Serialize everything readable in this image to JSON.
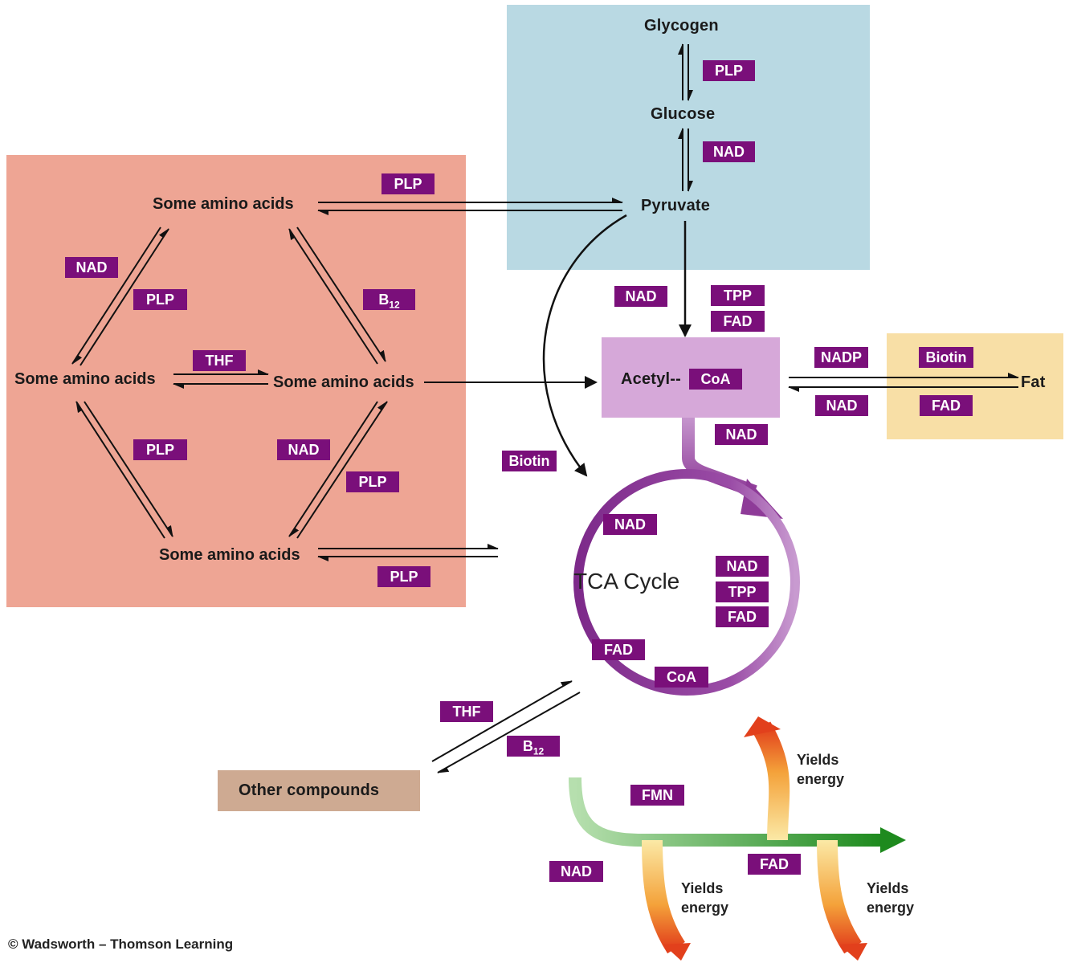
{
  "colors": {
    "amino_region": "#eea594",
    "glucose_region": "#b9d9e3",
    "fat_region": "#f8dfa6",
    "acetyl_box": "#d6a8d9",
    "other_box": "#ceaa92",
    "cofactor": "#7a0f7a",
    "tca_ring": "#8e3b98"
  },
  "molecules": {
    "glycogen": "Glycogen",
    "glucose": "Glucose",
    "pyruvate": "Pyruvate",
    "acetyl": "Acetyl--",
    "fat": "Fat",
    "other": "Other compounds",
    "tca": "TCA Cycle",
    "amino_top": "Some amino acids",
    "amino_left": "Some amino acids",
    "amino_mid": "Some amino acids",
    "amino_bottom": "Some amino acids"
  },
  "cofactors": {
    "plp_glycogen": "PLP",
    "nad_glucose": "NAD",
    "plp_aa_pyruvate": "PLP",
    "nad_aa_left": "NAD",
    "plp_aa_left": "PLP",
    "b12_aa_right_base": "B",
    "b12_aa_right_sub": "12",
    "thf_aa": "THF",
    "plp_aa_lower_left": "PLP",
    "nad_aa_lower_right": "NAD",
    "plp_aa_lower_right": "PLP",
    "plp_aa_bottom": "PLP",
    "nad_pyruvate": "NAD",
    "tpp_pyruvate": "TPP",
    "fad_pyruvate": "FAD",
    "coa_acetyl": "CoA",
    "nadp_fat": "NADP",
    "biotin_fat": "Biotin",
    "nad_fat": "NAD",
    "fad_fat": "FAD",
    "nad_acetyl": "NAD",
    "biotin_pyruvate": "Biotin",
    "nad_tca_1": "NAD",
    "nad_tca_2": "NAD",
    "tpp_tca": "TPP",
    "fad_tca_1": "FAD",
    "fad_tca_2": "FAD",
    "coa_tca": "CoA",
    "thf_other": "THF",
    "b12_other_base": "B",
    "b12_other_sub": "12",
    "fmn_etc": "FMN",
    "nad_etc": "NAD",
    "fad_etc": "FAD"
  },
  "yields": {
    "top_line1": "Yields",
    "top_line2": "energy",
    "mid_line1": "Yields",
    "mid_line2": "energy",
    "right_line1": "Yields",
    "right_line2": "energy"
  },
  "credit": "© Wadsworth – Thomson Learning"
}
